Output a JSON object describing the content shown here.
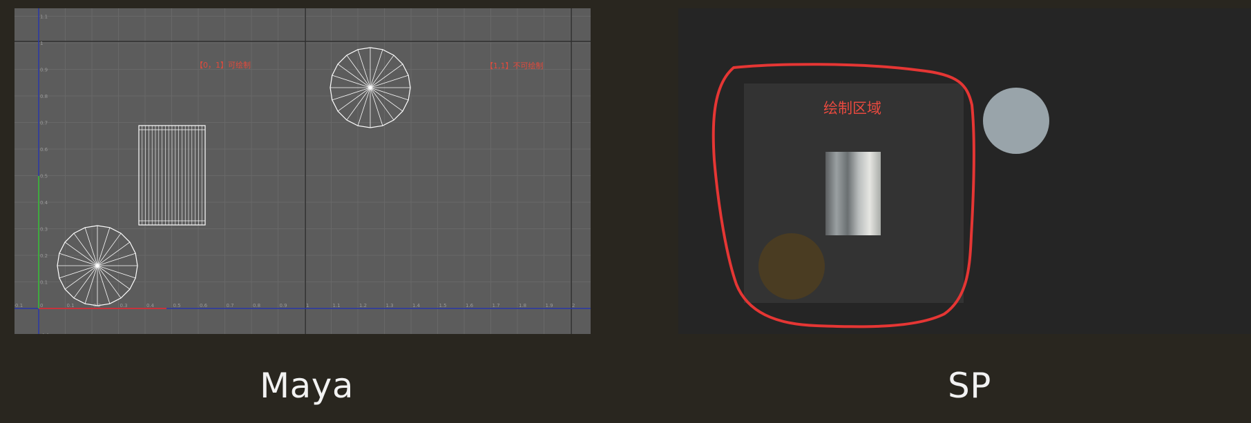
{
  "captions": {
    "left": "Maya",
    "right": "SP"
  },
  "maya": {
    "label_drawable": "【0，1】可绘制",
    "label_not_drawable": "【1,1】不可绘制",
    "x_ticks": [
      "-0.1",
      "0",
      "0.1",
      "0.2",
      "0.3",
      "0.4",
      "0.5",
      "0.6",
      "0.7",
      "0.8",
      "0.9",
      "1",
      "1.1",
      "1.2",
      "1.3",
      "1.4",
      "1.5",
      "1.6",
      "1.7",
      "1.8",
      "1.9",
      "2"
    ],
    "y_ticks": [
      "1.1",
      "1",
      "0.9",
      "0.8",
      "0.7",
      "0.6",
      "0.5",
      "0.4",
      "0.3",
      "0.2",
      "0.1",
      "-0.1"
    ],
    "colors": {
      "background": "#5c5c5c",
      "grid": "#686868",
      "u_axis": "#c8323c",
      "v_axis": "#3fa93f",
      "wire": "#ffffff"
    }
  },
  "sp": {
    "draw_region_label": "绘制区域",
    "colors": {
      "background": "#252525",
      "uv_square": "#333333",
      "outline": "#e53634",
      "sphere_inside": "#4a3c22",
      "sphere_outside": "#99a4aa"
    }
  }
}
